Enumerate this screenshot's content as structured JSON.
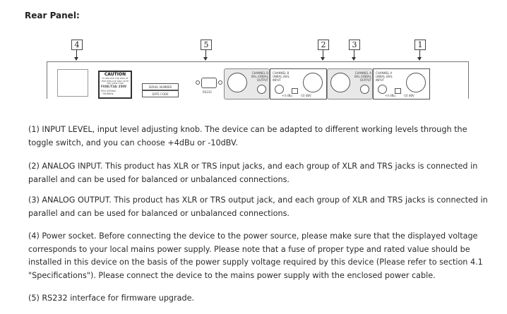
{
  "title": "Rear Panel:",
  "diagram": {
    "callouts": [
      "4",
      "5",
      "2",
      "3",
      "1"
    ],
    "caution_title": "CAUTION",
    "caution_text": "TO REDUCE THE RISK OF FIRE REPLACE ONLY WITH THE SAME TYPE",
    "fuse": "FUSE:T1A/ 250V",
    "voltage": "90V-250VAC ~50/60Hz",
    "serial": "SERIAL NUMBER",
    "date_code": "DATE CODE",
    "rs232": "RS232",
    "ch_b_out": "CHANNEL B BAL./UNBAL OUTPUT",
    "ch_b_in": "CHANNEL B UNBAL./BAL INPUT",
    "ch_a_out": "CHANNEL A BAL./UNBAL OUTPUT",
    "ch_a_in": "CHANNEL A UNBAL./BAL INPUT",
    "level_plus": "+4 dBu",
    "level_minus": "-10 dBV"
  },
  "paragraphs": [
    "(1) INPUT LEVEL, input level adjusting knob. The device can be adapted to different working levels through the toggle switch, and you can choose +4dBu or -10dBV.",
    "(2) ANALOG INPUT. This product has XLR or TRS input jacks, and each group of XLR and TRS jacks is connected in parallel and can be used for balanced or unbalanced connections.",
    "(3) ANALOG OUTPUT. This product has XLR or TRS output jack, and each group of XLR and TRS jacks is connected in parallel and can be used for balanced or unbalanced connections.",
    "(4) Power socket. Before connecting the device to the power source, please make sure that the displayed voltage corresponds to your local mains power supply. Please note that a fuse of proper type and rated value should be installed in this device on the basis of the power supply voltage required by this device (Please refer to section 4.1 \"Specifications\"). Please connect the device to the mains power supply with the enclosed power cable.",
    "(5) RS232 interface for firmware upgrade."
  ]
}
